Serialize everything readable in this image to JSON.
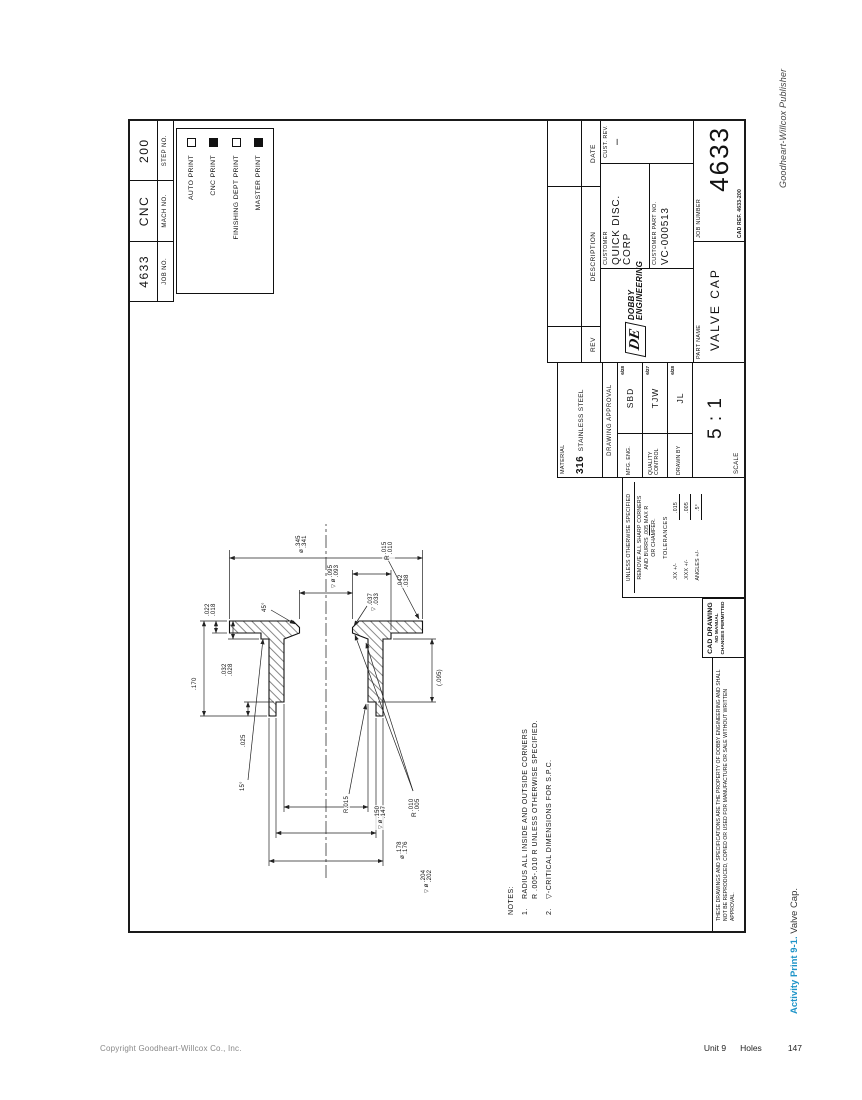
{
  "page": {
    "side_publisher": "Goodheart-Willcox Publisher",
    "activity_bold": "Activity Print 9-1.",
    "activity_rest": " Valve Cap.",
    "footer_left": "Copyright Goodheart-Willcox Co., Inc.",
    "footer_unit": "Unit 9",
    "footer_topic": "Holes",
    "footer_page": "147",
    "accent": "#1e94c8"
  },
  "job_block": {
    "cells": [
      {
        "value": "4633",
        "label": "JOB NO."
      },
      {
        "value": "CNC",
        "label": "MACH NO."
      },
      {
        "value": "200",
        "label": "STEP NO."
      }
    ]
  },
  "print_checklist": {
    "items": [
      {
        "label": "AUTO PRINT",
        "checked": false
      },
      {
        "label": "CNC PRINT",
        "checked": true
      },
      {
        "label": "FINISHING DEPT PRINT",
        "checked": false
      },
      {
        "label": "MASTER PRINT",
        "checked": true
      }
    ]
  },
  "revision_table": {
    "rev": "REV",
    "description": "DESCRIPTION",
    "date": "DATE"
  },
  "logo": {
    "initials": "DE",
    "name_line1": "DOBBY",
    "name_line2": "ENGINEERING"
  },
  "title_block": {
    "customer_label": "CUSTOMER",
    "customer": "QUICK DISC. CORP",
    "cust_rev_label": "CUST. REV.",
    "cust_rev": "–",
    "part_no_label": "CUSTOMER PART NO.",
    "part_no": "VC-000513",
    "part_name_label": "PART NAME",
    "part_name": "VALVE CAP",
    "job_number_label": "JOB NUMBER",
    "job_number": "4633",
    "cad_ref": "CAD REF. 4633-200"
  },
  "material_block": {
    "material_label": "MATERIAL",
    "material_value": "316",
    "material_note": "STAINLESS STEEL",
    "approval_header": "DRAWING APPROVAL",
    "approvals": [
      {
        "role": "MFG. ENG.",
        "initials": "SBD",
        "date": "6/28"
      },
      {
        "role": "QUALITY CONTROL",
        "initials": "TJW",
        "date": "6/27"
      },
      {
        "role": "DRAWN BY",
        "initials": "JL",
        "date": "6/28"
      }
    ],
    "scale_label": "SCALE",
    "scale_value": "5 : 1"
  },
  "tolerance_block": {
    "header": "UNLESS OTHERWISE SPECIFIED",
    "burrs_line1": "REMOVE ALL SHARP CORNERS",
    "burrs_mid1": "AND BURRS",
    "burrs_val": ".005",
    "burrs_mid2": "MAX R",
    "burrs_post": "OR CHAMFER.",
    "tolerances_label": "TOLERANCES",
    "rows": [
      {
        "label": ".XX +/-",
        "value": ".015"
      },
      {
        "label": ".XXX +/-",
        "value": ".005"
      },
      {
        "label": "ANGLES +/-",
        "value": ".5°"
      }
    ]
  },
  "cad_stamp": {
    "line1": "CAD DRAWING",
    "line2": "NO MANUAL",
    "line3": "CHANGES PERMITTED"
  },
  "legal_text": "THESE DRAWINGS AND SPECIFICATIONS ARE THE PROPERTY OF DOBBY ENGINEERING AND SHALL NOT BE REPRODUCED, COPIED OR USED FOR MANUFACTURE OR SALE WITHOUT WRITTEN APPROVAL.",
  "notes": {
    "header": "NOTES:",
    "items": [
      {
        "num": "1.",
        "line1": "RADIUS ALL INSIDE AND OUTSIDE CORNERS",
        "line2": "R .005-.010 R UNLESS OTHERWISE SPECIFIED."
      },
      {
        "num": "2.",
        "line1": "▽-CRITICAL DIMENSIONS FOR S.P.C.",
        "line2": ""
      }
    ]
  },
  "dimensions": {
    "overall_length": ".170",
    "flange_thickness": ".022/.018",
    "step_thickness": ".032/.028",
    "counterbore_depth": ".025",
    "flange_dia": "ø.345/.341",
    "hole_dia": "▽ø.095/.093",
    "chamfer_angle": "45°",
    "taper_angle": "15°",
    "flange_corner_radius": "R.015/.010",
    "chamfer_depth": "▽.037/.033",
    "seat_depth": ".042/.038",
    "ref_depth": "(.095)",
    "inner_radius": "R.010/.005",
    "bore_radius": "R.015",
    "seal_bore_dia": "▽ø.150/.147",
    "counterbore_dia": "ø.178/.176",
    "body_dia": "▽ø.204/.202"
  }
}
